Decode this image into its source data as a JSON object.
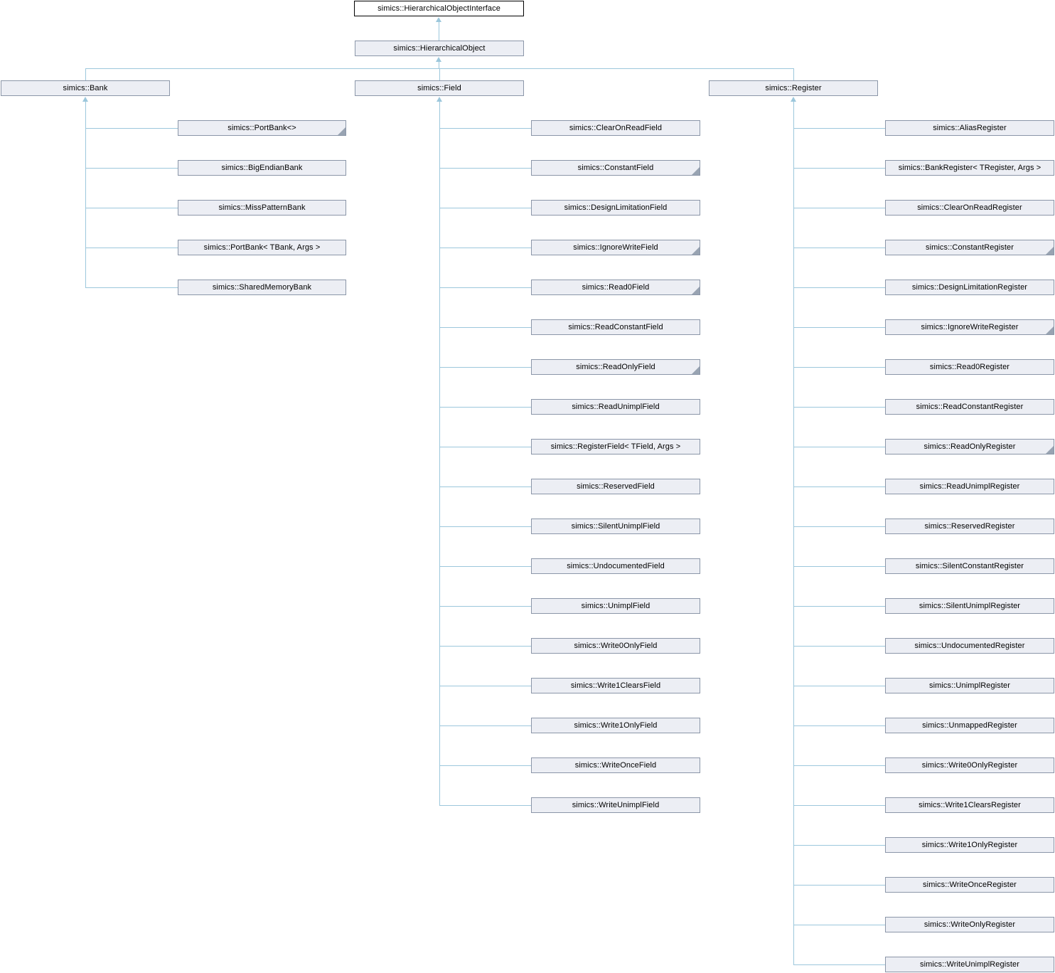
{
  "colors": {
    "edge": "#9cc7dc",
    "node_fill": "#eceef4",
    "node_border": "#8b96a8",
    "root_fill": "#ffffff",
    "root_border": "#000000",
    "fold": "#98a3b2",
    "text": "#000000"
  },
  "diagram": {
    "root": "simics::HierarchicalObjectInterface",
    "base": "simics::HierarchicalObject",
    "groups": [
      {
        "parent": "simics::Bank",
        "children": [
          {
            "label": "simics::PortBank<>",
            "fold": true
          },
          {
            "label": "simics::BigEndianBank",
            "fold": false
          },
          {
            "label": "simics::MissPatternBank",
            "fold": false
          },
          {
            "label": "simics::PortBank< TBank, Args >",
            "fold": false
          },
          {
            "label": "simics::SharedMemoryBank",
            "fold": false
          }
        ]
      },
      {
        "parent": "simics::Field",
        "children": [
          {
            "label": "simics::ClearOnReadField",
            "fold": false
          },
          {
            "label": "simics::ConstantField",
            "fold": true
          },
          {
            "label": "simics::DesignLimitationField",
            "fold": false
          },
          {
            "label": "simics::IgnoreWriteField",
            "fold": true
          },
          {
            "label": "simics::Read0Field",
            "fold": true
          },
          {
            "label": "simics::ReadConstantField",
            "fold": false
          },
          {
            "label": "simics::ReadOnlyField",
            "fold": true
          },
          {
            "label": "simics::ReadUnimplField",
            "fold": false
          },
          {
            "label": "simics::RegisterField< TField, Args >",
            "fold": false
          },
          {
            "label": "simics::ReservedField",
            "fold": false
          },
          {
            "label": "simics::SilentUnimplField",
            "fold": false
          },
          {
            "label": "simics::UndocumentedField",
            "fold": false
          },
          {
            "label": "simics::UnimplField",
            "fold": false
          },
          {
            "label": "simics::Write0OnlyField",
            "fold": false
          },
          {
            "label": "simics::Write1ClearsField",
            "fold": false
          },
          {
            "label": "simics::Write1OnlyField",
            "fold": false
          },
          {
            "label": "simics::WriteOnceField",
            "fold": false
          },
          {
            "label": "simics::WriteUnimplField",
            "fold": false
          }
        ]
      },
      {
        "parent": "simics::Register",
        "children": [
          {
            "label": "simics::AliasRegister",
            "fold": false
          },
          {
            "label": "simics::BankRegister< TRegister, Args >",
            "fold": false
          },
          {
            "label": "simics::ClearOnReadRegister",
            "fold": false
          },
          {
            "label": "simics::ConstantRegister",
            "fold": true
          },
          {
            "label": "simics::DesignLimitationRegister",
            "fold": false
          },
          {
            "label": "simics::IgnoreWriteRegister",
            "fold": true
          },
          {
            "label": "simics::Read0Register",
            "fold": false
          },
          {
            "label": "simics::ReadConstantRegister",
            "fold": false
          },
          {
            "label": "simics::ReadOnlyRegister",
            "fold": true
          },
          {
            "label": "simics::ReadUnimplRegister",
            "fold": false
          },
          {
            "label": "simics::ReservedRegister",
            "fold": false
          },
          {
            "label": "simics::SilentConstantRegister",
            "fold": false
          },
          {
            "label": "simics::SilentUnimplRegister",
            "fold": false
          },
          {
            "label": "simics::UndocumentedRegister",
            "fold": false
          },
          {
            "label": "simics::UnimplRegister",
            "fold": false
          },
          {
            "label": "simics::UnmappedRegister",
            "fold": false
          },
          {
            "label": "simics::Write0OnlyRegister",
            "fold": false
          },
          {
            "label": "simics::Write1ClearsRegister",
            "fold": false
          },
          {
            "label": "simics::Write1OnlyRegister",
            "fold": false
          },
          {
            "label": "simics::WriteOnceRegister",
            "fold": false
          },
          {
            "label": "simics::WriteOnlyRegister",
            "fold": false
          },
          {
            "label": "simics::WriteUnimplRegister",
            "fold": false
          }
        ]
      }
    ]
  }
}
